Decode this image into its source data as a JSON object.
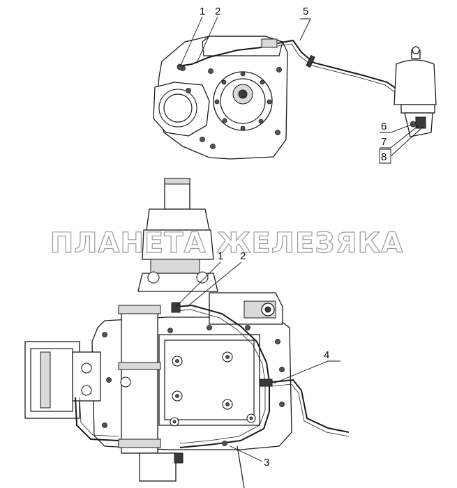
{
  "watermark": "ПЛАНЕТА ЖЕЛЕЗЯКА",
  "callouts": {
    "top": [
      "1",
      "2",
      "5",
      "6",
      "7",
      "8"
    ],
    "bottom": [
      "1",
      "2",
      "3",
      "4"
    ]
  }
}
